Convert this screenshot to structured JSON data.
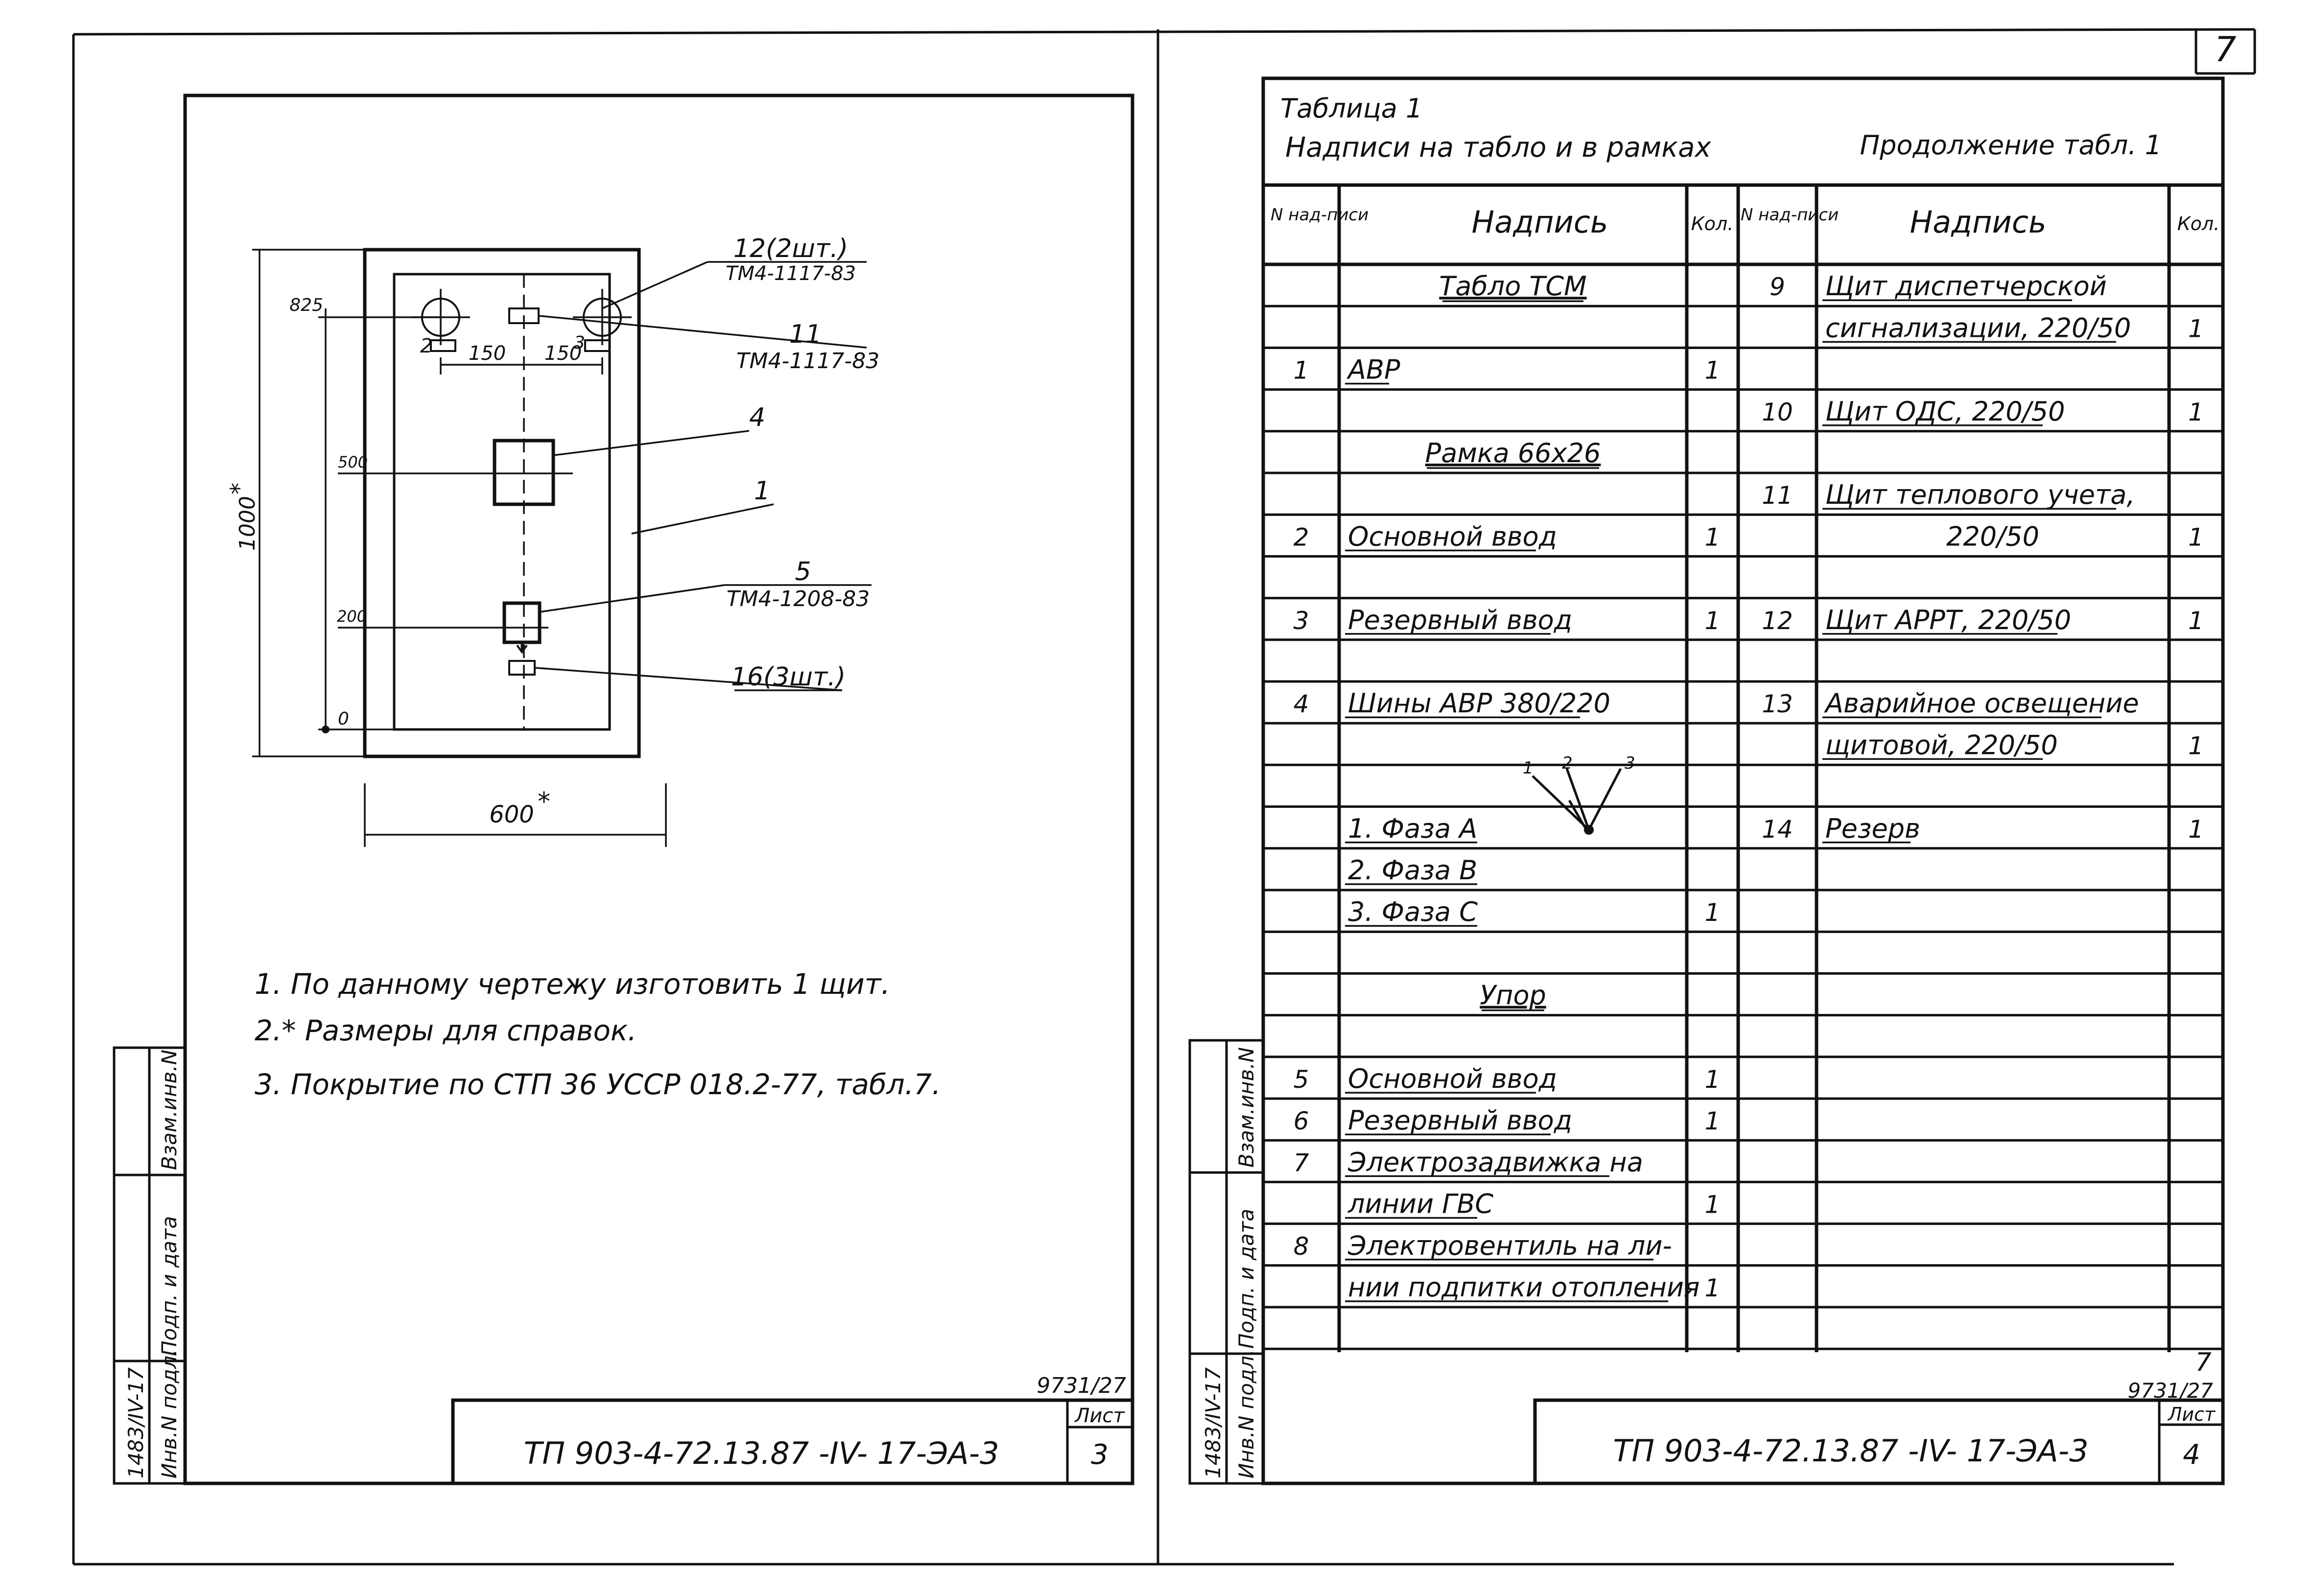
{
  "page_number": "7",
  "left_sheet": {
    "dims": {
      "top_mark": "825",
      "mid_mark": "500",
      "low_mark": "200",
      "zero_mark": "0",
      "span_left": "150",
      "span_right": "150",
      "height": "1000",
      "width": "600",
      "star": "*"
    },
    "callouts": {
      "c12_label": "12(2шт.)",
      "c12_code": "ТМ4-1117-83",
      "c11_label": "11",
      "c11_code": "ТМ4-1117-83",
      "c4_label": "4",
      "c1_label": "1",
      "c5_label": "5",
      "c5_code": "ТМ4-1208-83",
      "c16_label": "16(3шт.)",
      "item2": "2",
      "item3": "3"
    },
    "notes": [
      "1. По данному чертежу изготовить 1 щит.",
      "2.* Размеры для справок.",
      "3. Покрытие по СТП 36 УССР 018.2-77, табл.7."
    ],
    "side_stamp": {
      "row1": "Взам.инв.N",
      "row2": "Подп. и дата",
      "row3": "Инв.N подл.",
      "inv_value": "1483/IV-17"
    },
    "code_small": "9731/27",
    "title_code": "ТП 903-4-72.13.87 -IV- 17-ЭА-3",
    "sheet_label": "Лист",
    "sheet_number": "3"
  },
  "right_sheet": {
    "table_title": "Таблица 1",
    "table_subtitle": "Надписи на табло и в рамках",
    "continuation": "Продолжение табл. 1",
    "col_headers": {
      "num": "N над-писи",
      "text": "Надпись",
      "qty": "Кол."
    },
    "left_rows": [
      {
        "num": "",
        "text": "Табло ТСМ",
        "qty": "",
        "underline": true,
        "center": true
      },
      {
        "num": "",
        "text": "",
        "qty": ""
      },
      {
        "num": "1",
        "text": "АВР",
        "qty": "1"
      },
      {
        "num": "",
        "text": "",
        "qty": ""
      },
      {
        "num": "",
        "text": "Рамка 66х26",
        "qty": "",
        "underline": true,
        "center": true
      },
      {
        "num": "",
        "text": "",
        "qty": ""
      },
      {
        "num": "2",
        "text": "Основной ввод",
        "qty": "1"
      },
      {
        "num": "",
        "text": "",
        "qty": ""
      },
      {
        "num": "3",
        "text": "Резервный ввод",
        "qty": "1"
      },
      {
        "num": "",
        "text": "",
        "qty": ""
      },
      {
        "num": "4",
        "text": "Шины АВР 380/220",
        "qty": ""
      },
      {
        "num": "",
        "text": "",
        "qty": ""
      },
      {
        "num": "",
        "text": "",
        "qty": ""
      },
      {
        "num": "",
        "text": "1. Фаза А",
        "qty": ""
      },
      {
        "num": "",
        "text": "2. Фаза В",
        "qty": ""
      },
      {
        "num": "",
        "text": "3. Фаза С",
        "qty": "1"
      },
      {
        "num": "",
        "text": "",
        "qty": ""
      },
      {
        "num": "",
        "text": "Упор",
        "qty": "",
        "underline": true,
        "center": true
      },
      {
        "num": "",
        "text": "",
        "qty": ""
      },
      {
        "num": "5",
        "text": "Основной ввод",
        "qty": "1"
      },
      {
        "num": "6",
        "text": "Резервный ввод",
        "qty": "1"
      },
      {
        "num": "7",
        "text": "Электрозадвижка на",
        "qty": ""
      },
      {
        "num": "",
        "text": "линии ГВС",
        "qty": "1"
      },
      {
        "num": "8",
        "text": "Электровентиль на ли-",
        "qty": ""
      },
      {
        "num": "",
        "text": "нии подпитки отопления",
        "qty": "1"
      },
      {
        "num": "",
        "text": "",
        "qty": ""
      }
    ],
    "right_rows": [
      {
        "num": "9",
        "text": "Щит диспетчерской",
        "qty": ""
      },
      {
        "num": "",
        "text": "сигнализации, 220/50",
        "qty": "1"
      },
      {
        "num": "",
        "text": "",
        "qty": ""
      },
      {
        "num": "10",
        "text": "Щит ОДС, 220/50",
        "qty": "1"
      },
      {
        "num": "",
        "text": "",
        "qty": ""
      },
      {
        "num": "11",
        "text": "Щит теплового учета,",
        "qty": ""
      },
      {
        "num": "",
        "text": "220/50",
        "qty": "1",
        "center": true
      },
      {
        "num": "",
        "text": "",
        "qty": ""
      },
      {
        "num": "12",
        "text": "Щит АРРТ, 220/50",
        "qty": "1"
      },
      {
        "num": "",
        "text": "",
        "qty": ""
      },
      {
        "num": "13",
        "text": "Аварийное освещение",
        "qty": ""
      },
      {
        "num": "",
        "text": "щитовой, 220/50",
        "qty": "1"
      },
      {
        "num": "",
        "text": "",
        "qty": ""
      },
      {
        "num": "14",
        "text": "Резерв",
        "qty": "1"
      }
    ],
    "phase_marks": [
      "1",
      "2",
      "3"
    ],
    "side_stamp": {
      "row1": "Взам.инв.N",
      "row2": "Подп. и дата",
      "row3": "Инв.N подл.",
      "inv_value": "1483/IV-17"
    },
    "page_small": "7",
    "code_small": "9731/27",
    "title_code": "ТП 903-4-72.13.87 -IV- 17-ЭА-3",
    "sheet_label": "Лист",
    "sheet_number": "4"
  }
}
